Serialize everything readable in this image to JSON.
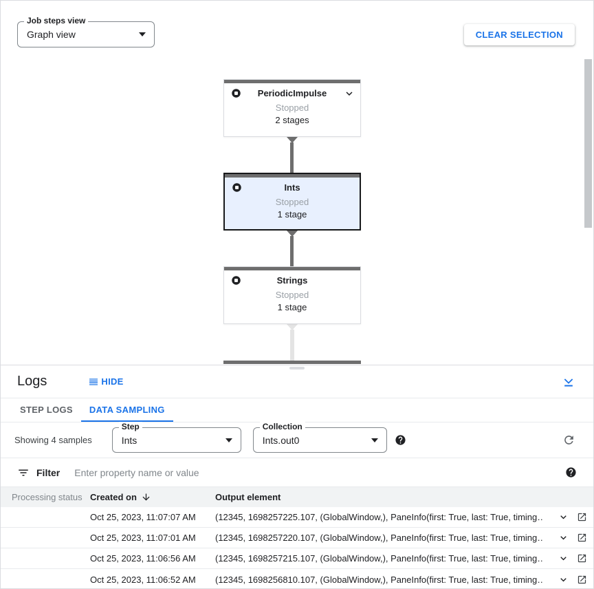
{
  "colors": {
    "accent_blue": "#1a73e8",
    "node_bar_gray": "#6e6e6e",
    "selected_node_bg": "#e8f0fe",
    "table_header_bg": "#f1f3f4"
  },
  "toolbar": {
    "job_steps_view_label": "Job steps view",
    "job_steps_view_value": "Graph view",
    "clear_selection_label": "CLEAR SELECTION"
  },
  "graph": {
    "nodes": [
      {
        "title": "PeriodicImpulse",
        "status": "Stopped",
        "stages": "2 stages",
        "selected": false
      },
      {
        "title": "Ints",
        "status": "Stopped",
        "stages": "1 stage",
        "selected": true
      },
      {
        "title": "Strings",
        "status": "Stopped",
        "stages": "1 stage",
        "selected": false
      }
    ]
  },
  "logs": {
    "title": "Logs",
    "hide_label": "HIDE",
    "tabs": [
      {
        "label": "STEP LOGS",
        "active": false
      },
      {
        "label": "DATA SAMPLING",
        "active": true
      }
    ],
    "showing_text": "Showing 4 samples",
    "step_select": {
      "label": "Step",
      "value": "Ints"
    },
    "collection_select": {
      "label": "Collection",
      "value": "Ints.out0"
    },
    "filter": {
      "label": "Filter",
      "placeholder": "Enter property name or value"
    },
    "table": {
      "columns": [
        "Processing status",
        "Created on",
        "Output element"
      ],
      "rows": [
        {
          "created_on": "Oct 25, 2023, 11:07:07 AM",
          "output_element": "(12345, 1698257225.107, (GlobalWindow,), PaneInfo(first: True, last: True, timing…"
        },
        {
          "created_on": "Oct 25, 2023, 11:07:01 AM",
          "output_element": "(12345, 1698257220.107, (GlobalWindow,), PaneInfo(first: True, last: True, timing…"
        },
        {
          "created_on": "Oct 25, 2023, 11:06:56 AM",
          "output_element": "(12345, 1698257215.107, (GlobalWindow,), PaneInfo(first: True, last: True, timing…"
        },
        {
          "created_on": "Oct 25, 2023, 11:06:52 AM",
          "output_element": "(12345, 1698256810.107, (GlobalWindow,), PaneInfo(first: True, last: True, timing…"
        }
      ]
    }
  }
}
